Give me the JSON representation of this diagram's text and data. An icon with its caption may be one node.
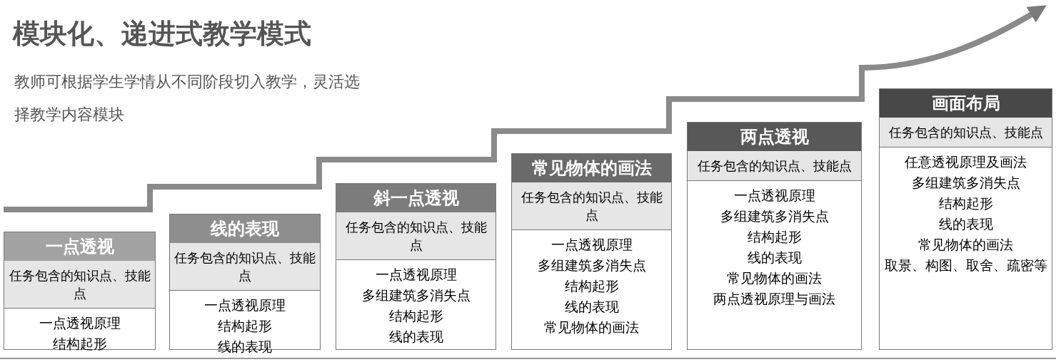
{
  "diagram": {
    "title": "模块化、递进式教学模式",
    "nodes": [
      {
        "text": [
          "一点透视",
          "任务包含的知识点、技能点",
          "一点透视原理",
          "结构起形"
        ]
      },
      {
        "text": [
          "线的表现",
          "任务包含的知识点、技能点",
          "一点透视原理",
          "结构起形",
          "线的表现"
        ]
      },
      {
        "text": [
          "斜一点透视",
          "任务包含的知识点、技能点",
          "一点透视原理",
          "多组建筑多消失点",
          "结构起形",
          "线的表现"
        ]
      },
      {
        "text": [
          "常见物体的画法",
          "任务包含的知识点、技能点",
          "一点透视原理",
          "多组建筑多消失点",
          "结构起形",
          "线的表现",
          "常见物体的画法"
        ]
      },
      {
        "text": [
          "两点透视",
          "任务包含的知识点、技能点",
          "一点透视原理",
          "多组建筑多消失点",
          "结构起形",
          "线的表现",
          "常见物体的画法",
          "两点透视原理与画法"
        ]
      },
      {
        "text": [
          "画面布局",
          "任务包含的知识点、技能点",
          "任意透视原理及画法",
          "多组建筑多消失点",
          "结构起形",
          "线的表现",
          "常见物体的画法",
          "取景、构图、取舍、疏密等"
        ]
      }
    ],
    "edges": [],
    "labels": [
      "教师可根据学生学情从不同阶段切入教学，灵活选择教学内容模块"
    ]
  }
}
